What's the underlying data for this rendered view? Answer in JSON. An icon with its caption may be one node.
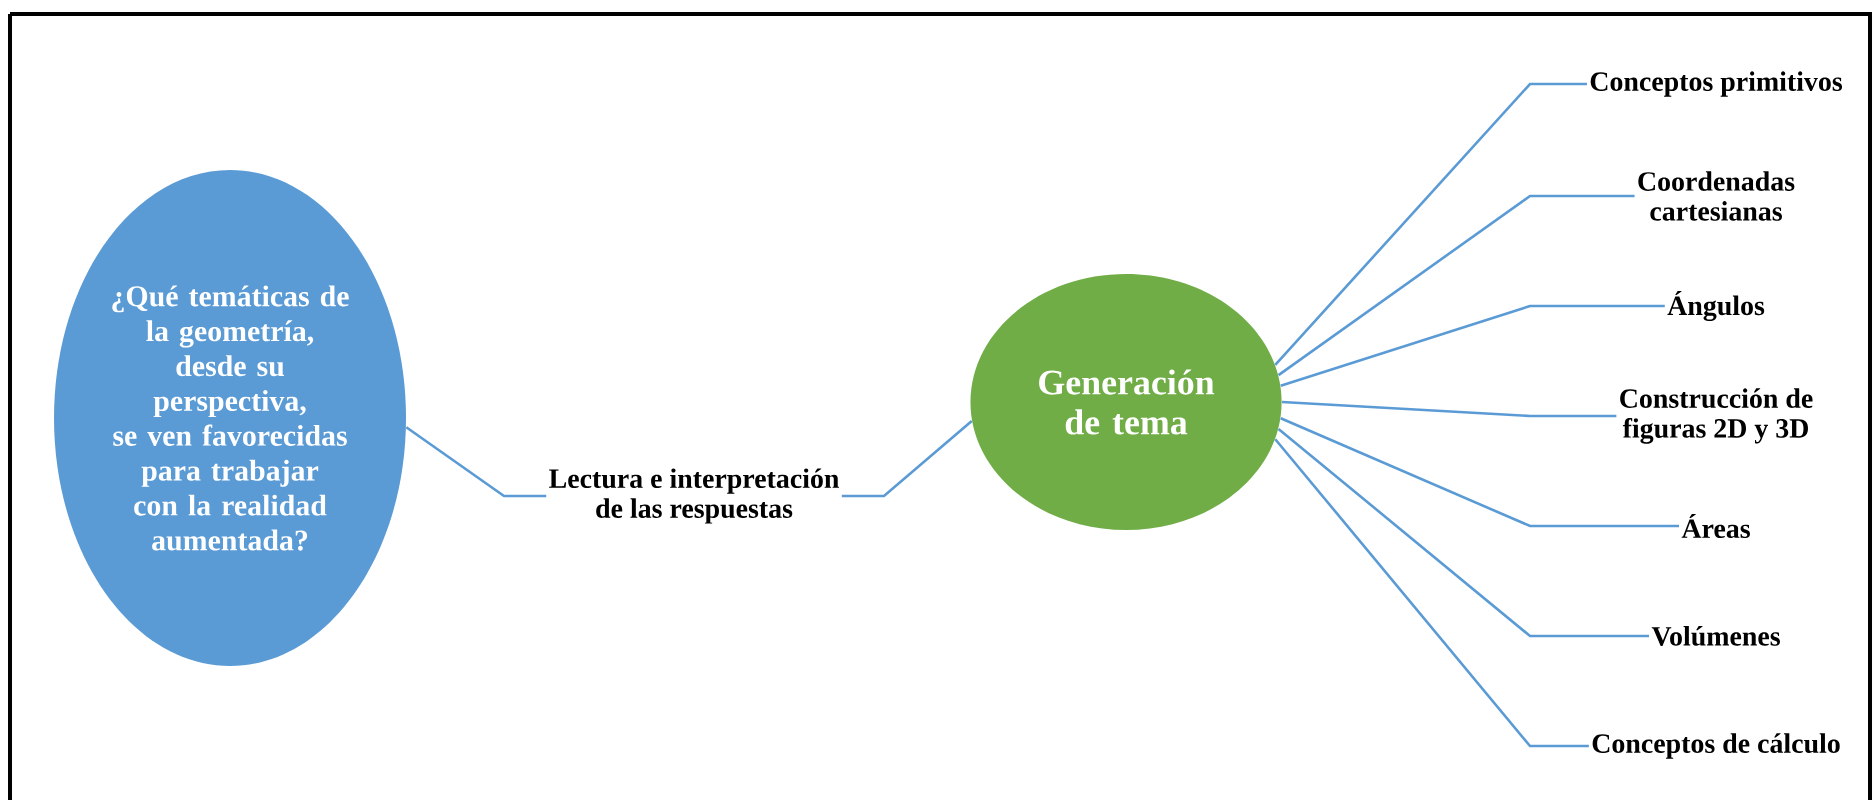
{
  "diagram": {
    "nodes": [
      {
        "text": [
          "¿Qué temáticas de la geometría, desde su perspectiva, se ven favorecidas para trabajar con la realidad aumentada?"
        ]
      },
      {
        "text": [
          "Lectura e interpretación de las respuestas"
        ]
      },
      {
        "text": [
          "Generación de tema"
        ]
      },
      {
        "text": [
          "Conceptos primitivos"
        ]
      },
      {
        "text": [
          "Coordenadas cartesianas"
        ]
      },
      {
        "text": [
          "Ángulos"
        ]
      },
      {
        "text": [
          "Construcción de figuras 2D y 3D"
        ]
      },
      {
        "text": [
          "Áreas"
        ]
      },
      {
        "text": [
          "Volúmenes"
        ]
      },
      {
        "text": [
          "Conceptos de cálculo"
        ]
      }
    ],
    "edges": [
      {
        "from": 0,
        "to": 1,
        "arrow": "none"
      },
      {
        "from": 1,
        "to": 2,
        "arrow": "none"
      },
      {
        "from": 2,
        "to": 3,
        "arrow": "none"
      },
      {
        "from": 2,
        "to": 4,
        "arrow": "none"
      },
      {
        "from": 2,
        "to": 5,
        "arrow": "none"
      },
      {
        "from": 2,
        "to": 6,
        "arrow": "none"
      },
      {
        "from": 2,
        "to": 7,
        "arrow": "none"
      },
      {
        "from": 2,
        "to": 8,
        "arrow": "none"
      },
      {
        "from": 2,
        "to": 9,
        "arrow": "none"
      }
    ]
  }
}
